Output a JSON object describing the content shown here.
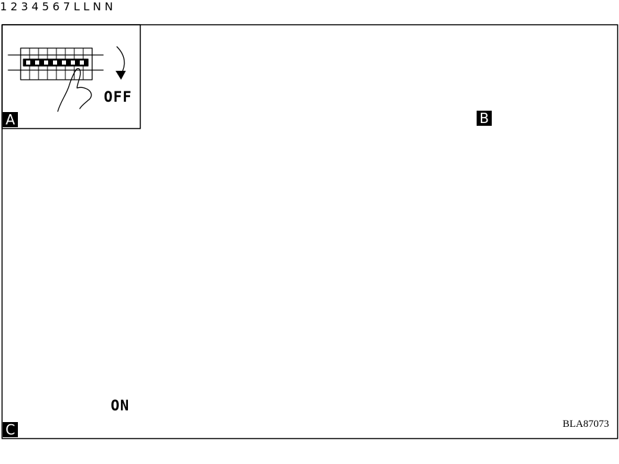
{
  "panels": {
    "a": {
      "label": "A",
      "state": "OFF"
    },
    "b": {
      "label": "B"
    },
    "c": {
      "label": "C",
      "state": "ON"
    }
  },
  "terminal": {
    "left_top": "L",
    "left_bottom": "L",
    "right_top": "N",
    "right_bottom": "N"
  },
  "steps": [
    "①",
    "②",
    "③",
    "④",
    "⑤",
    "⑥",
    "⑦"
  ],
  "product_code": "BLA87073"
}
